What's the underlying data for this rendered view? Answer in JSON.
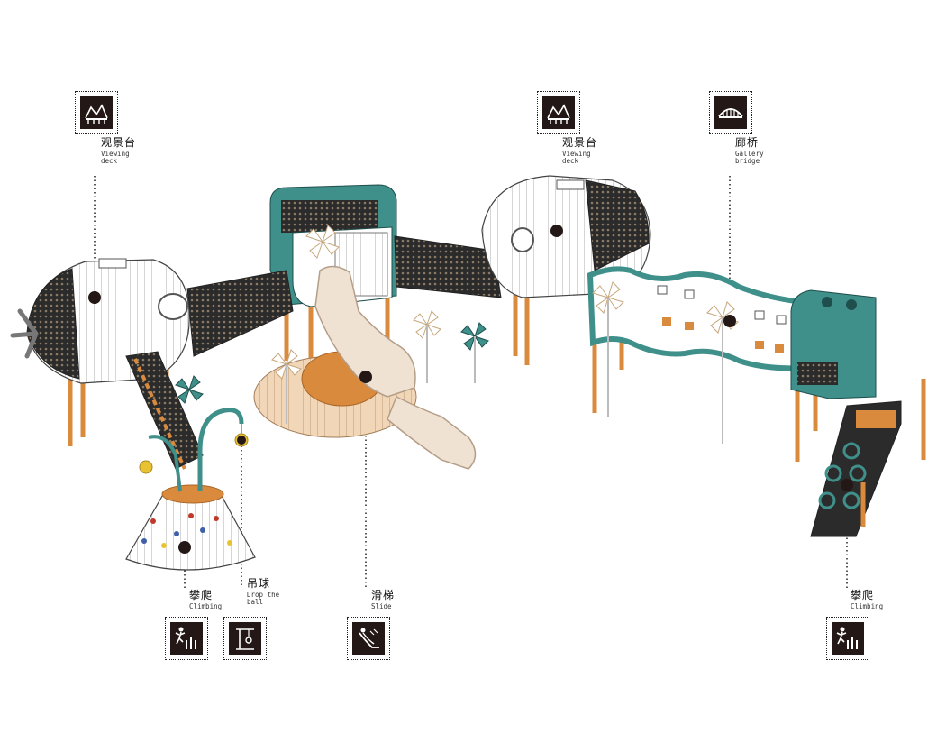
{
  "callouts": [
    {
      "id": "viewing-deck-left",
      "zh": "观景台",
      "en": "Viewing\ndeck",
      "icon": "viewing-deck-icon"
    },
    {
      "id": "viewing-deck-right",
      "zh": "观景台",
      "en": "Viewing\ndeck",
      "icon": "viewing-deck-icon"
    },
    {
      "id": "gallery-bridge",
      "zh": "廊桥",
      "en": "Gallery\nbridge",
      "icon": "gallery-bridge-icon"
    },
    {
      "id": "climbing-left",
      "zh": "攀爬",
      "en": "Climbing",
      "icon": "climbing-icon"
    },
    {
      "id": "drop-the-ball",
      "zh": "吊球",
      "en": "Drop the\nball",
      "icon": "drop-ball-icon"
    },
    {
      "id": "slide",
      "zh": "滑梯",
      "en": "Slide",
      "icon": "slide-icon"
    },
    {
      "id": "climbing-right",
      "zh": "攀爬",
      "en": "Climbing",
      "icon": "climbing-icon"
    }
  ],
  "colors": {
    "teal": "#3f8f8a",
    "wood": "#d98a3d",
    "net": "#2b2b2b",
    "slide": "#efe2d3",
    "icon_bg": "#231815",
    "ball_yellow": "#e9c234"
  }
}
